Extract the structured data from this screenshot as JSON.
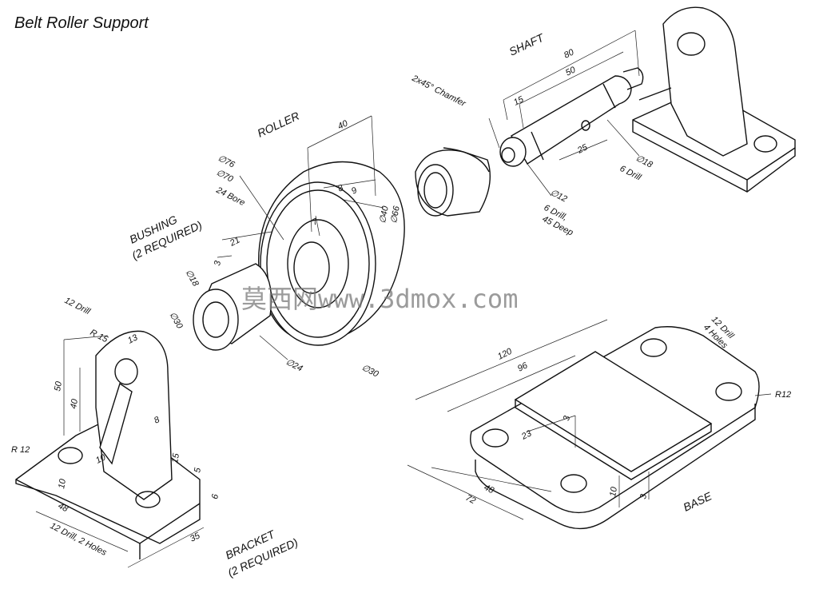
{
  "title": "Belt Roller Support",
  "parts": {
    "shaft": "SHAFT",
    "roller": "ROLLER",
    "bushing": [
      "BUSHING",
      "(2 REQUIRED)"
    ],
    "bracket": [
      "BRACKET",
      "(2 REQUIRED)"
    ],
    "base": "BASE"
  },
  "shaft_dims": {
    "d80": "80",
    "d50": "50",
    "d15": "15",
    "d25": "25",
    "chamfer": "2x45° Chamfer",
    "dia18": "∅18",
    "drill6": "6 Drill",
    "dia12": "∅12",
    "drill_deep": [
      "6 Drill,",
      "45 Deep"
    ]
  },
  "roller_dims": {
    "d40": "40",
    "d8": "8",
    "d9": "9",
    "d7": "7",
    "dia40": "∅40",
    "dia66": "∅66",
    "dia76": "∅76",
    "dia70": "∅70",
    "bore": "24 Bore",
    "dia30": "∅30"
  },
  "bushing_dims": {
    "d21": "21",
    "d3": "3",
    "dia18": "∅18",
    "dia30": "∅30",
    "dia24": "∅24"
  },
  "bracket_dims": {
    "drill12": "12 Drill",
    "r15": "R 15",
    "d13": "13",
    "d50": "50",
    "d40": "40",
    "d8": "8",
    "r12": "R 12",
    "d10a": "10",
    "d10b": "10",
    "d15": "15",
    "d5": "5",
    "d6": "6",
    "d48": "48",
    "holes": "12 Drill, 2 Holes",
    "d35": "35"
  },
  "base_dims": {
    "drill": [
      "12 Drill",
      "4 Holes"
    ],
    "d120": "120",
    "d96": "96",
    "r12": "R12",
    "d3a": "3",
    "d23": "23",
    "d48": "48",
    "d72": "72",
    "d10": "10",
    "d3b": "3"
  },
  "watermark": "莫西网www.3dmox.com"
}
